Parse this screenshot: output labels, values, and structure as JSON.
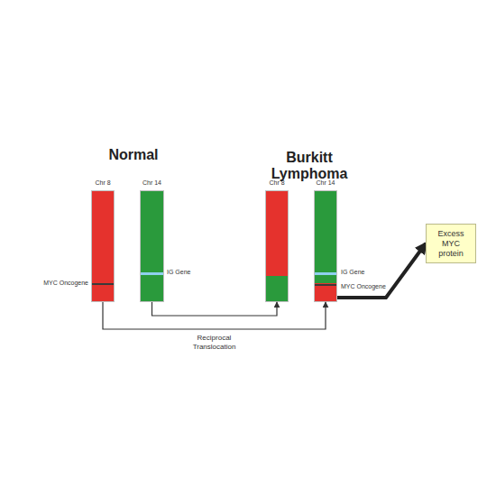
{
  "diagram": {
    "nodes": [
      {
        "text": [
          "Chr 8"
        ]
      },
      {
        "text": [
          "Chr 14"
        ]
      },
      {
        "text": [
          "Chr 8"
        ]
      },
      {
        "text": [
          "Chr 14"
        ]
      },
      {
        "text": [
          "Excess MYC protein"
        ]
      }
    ],
    "edges": [
      {
        "from": 1,
        "to": 2,
        "arrow": "to"
      },
      {
        "from": 0,
        "to": 3,
        "arrow": "to",
        "label": "Reciprocal Translocation"
      },
      {
        "from": 3,
        "to": 4,
        "arrow": "to"
      }
    ],
    "labels": [
      "Normal",
      "Burkitt Lymphoma",
      "MYC Oncogene",
      "IG Gene",
      "IG Gene",
      "MYC Oncogene"
    ]
  }
}
